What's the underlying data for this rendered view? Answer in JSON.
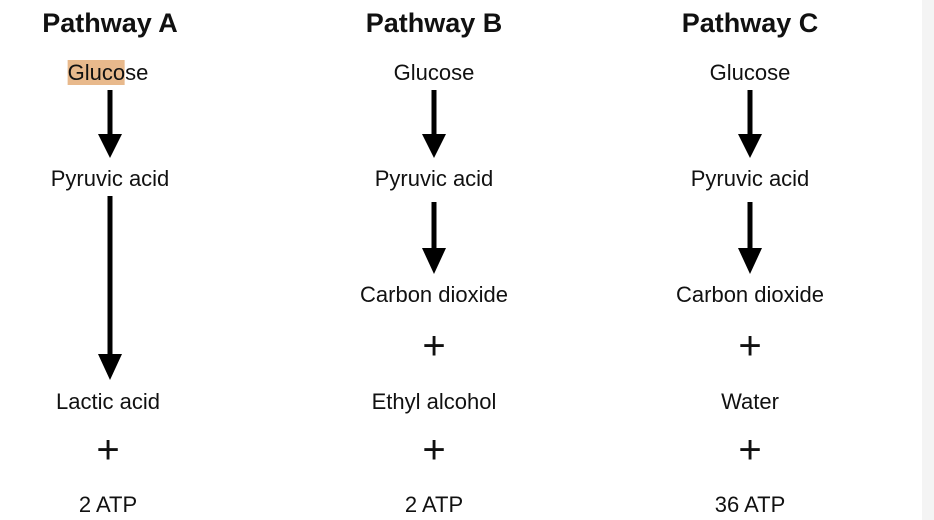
{
  "pathways": [
    {
      "title": "Pathway A",
      "start_highlight": "Gluco",
      "start_rest": "se",
      "step2": "Pyruvic acid",
      "product1": "Lactic acid",
      "plus": "+",
      "atp": "2 ATP"
    },
    {
      "title": "Pathway B",
      "start": "Glucose",
      "step2": "Pyruvic acid",
      "product1": "Carbon dioxide",
      "plus": "+",
      "product2": "Ethyl alcohol",
      "atp": "2 ATP"
    },
    {
      "title": "Pathway C",
      "start": "Glucose",
      "step2": "Pyruvic acid",
      "product1": "Carbon dioxide",
      "plus": "+",
      "product2": "Water",
      "atp": "36 ATP"
    }
  ],
  "colors": {
    "highlight": "#e8b98c",
    "text": "#111111",
    "arrow": "#000000"
  }
}
